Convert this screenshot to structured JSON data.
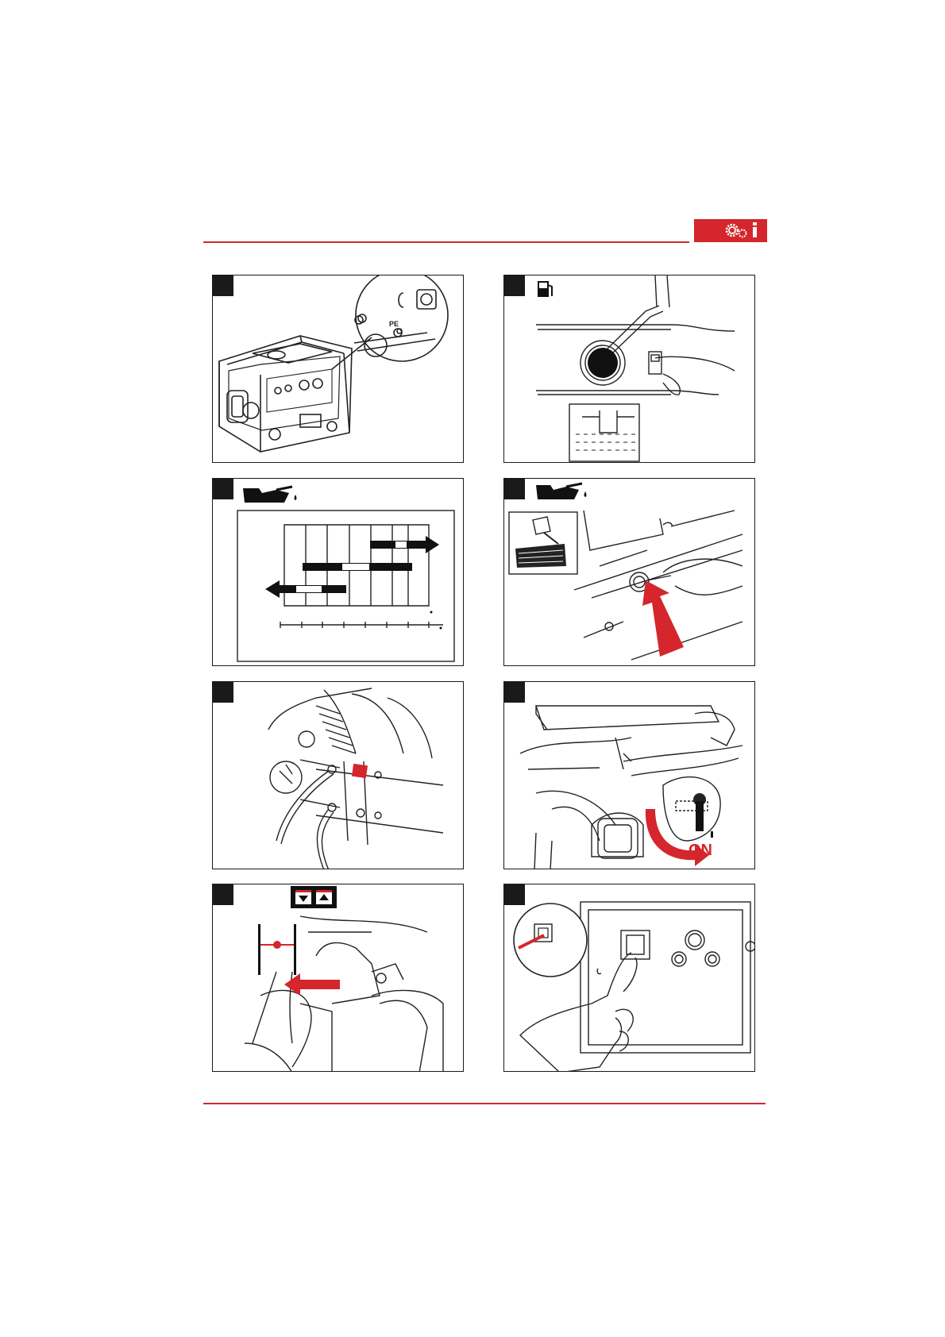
{
  "header": {
    "badge_icon": "gears-info-icon",
    "accent_color": "#d4262c"
  },
  "labels": {
    "earth_mark": "PE",
    "ignition_on": "ON",
    "ignition_position": "I"
  },
  "panels": [
    {
      "id": "panel-1",
      "icon": "generator-frame-earth-terminal-icon"
    },
    {
      "id": "panel-2",
      "icon": "fuel-pump-icon"
    },
    {
      "id": "panel-3",
      "icon": "oil-can-icon"
    },
    {
      "id": "panel-4",
      "icon": "oil-can-icon"
    },
    {
      "id": "panel-5",
      "icon": "battery-cable-icon"
    },
    {
      "id": "panel-6",
      "icon": "ignition-key-icon"
    },
    {
      "id": "panel-7",
      "icon": "choke-lever-icon"
    },
    {
      "id": "panel-8",
      "icon": "power-switch-icon"
    }
  ]
}
